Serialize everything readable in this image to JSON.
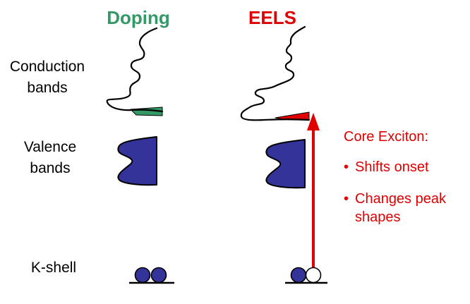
{
  "colors": {
    "green": "#339966",
    "red": "#e00000",
    "blue": "#333399",
    "white": "#ffffff",
    "black": "#000000"
  },
  "columns": {
    "doping": {
      "title": "Doping"
    },
    "eels": {
      "title": "EELS"
    }
  },
  "band_labels": {
    "conduction": "Conduction bands",
    "valence": "Valence bands",
    "kshell": "K-shell"
  },
  "annotation": {
    "title": "Core Exciton:",
    "bullet": "•",
    "items": [
      {
        "text": "Shifts onset"
      },
      {
        "text": "Changes peak shapes"
      }
    ]
  }
}
